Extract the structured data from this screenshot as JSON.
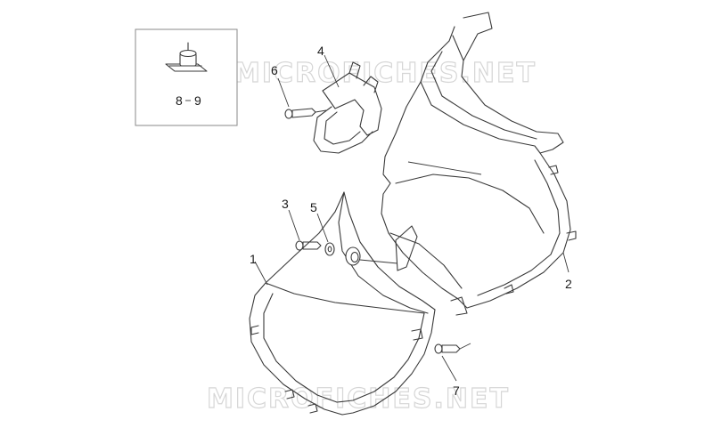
{
  "watermark": {
    "text": "MICROFICHES.NET"
  },
  "inset": {
    "label_a": "8",
    "label_b": "9"
  },
  "callouts": {
    "c1": "1",
    "c2": "2",
    "c3": "3",
    "c4": "4",
    "c5": "5",
    "c6": "6",
    "c7": "7"
  },
  "colors": {
    "line": "#3a3a3a",
    "watermark": "#d6d6d6",
    "inset_border": "#8a8a8a"
  }
}
